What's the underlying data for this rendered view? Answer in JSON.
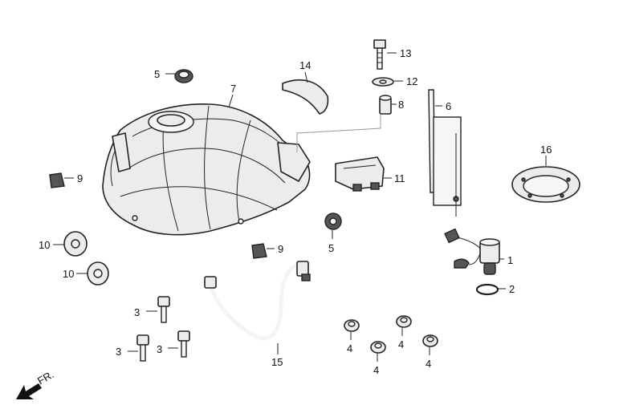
{
  "callouts": {
    "p1": "1",
    "p2": "2",
    "p3a": "3",
    "p3b": "3",
    "p3c": "3",
    "p4a": "4",
    "p4b": "4",
    "p4c": "4",
    "p4d": "4",
    "p5a": "5",
    "p5b": "5",
    "p6": "6",
    "p7": "7",
    "p8": "8",
    "p9a": "9",
    "p9b": "9",
    "p10a": "10",
    "p10b": "10",
    "p11": "11",
    "p12": "12",
    "p13": "13",
    "p14": "14",
    "p15": "15",
    "p16": "16"
  },
  "direction": {
    "label": "FR."
  },
  "colors": {
    "line": "#222222",
    "fill": "#ececec",
    "background": "#ffffff"
  }
}
